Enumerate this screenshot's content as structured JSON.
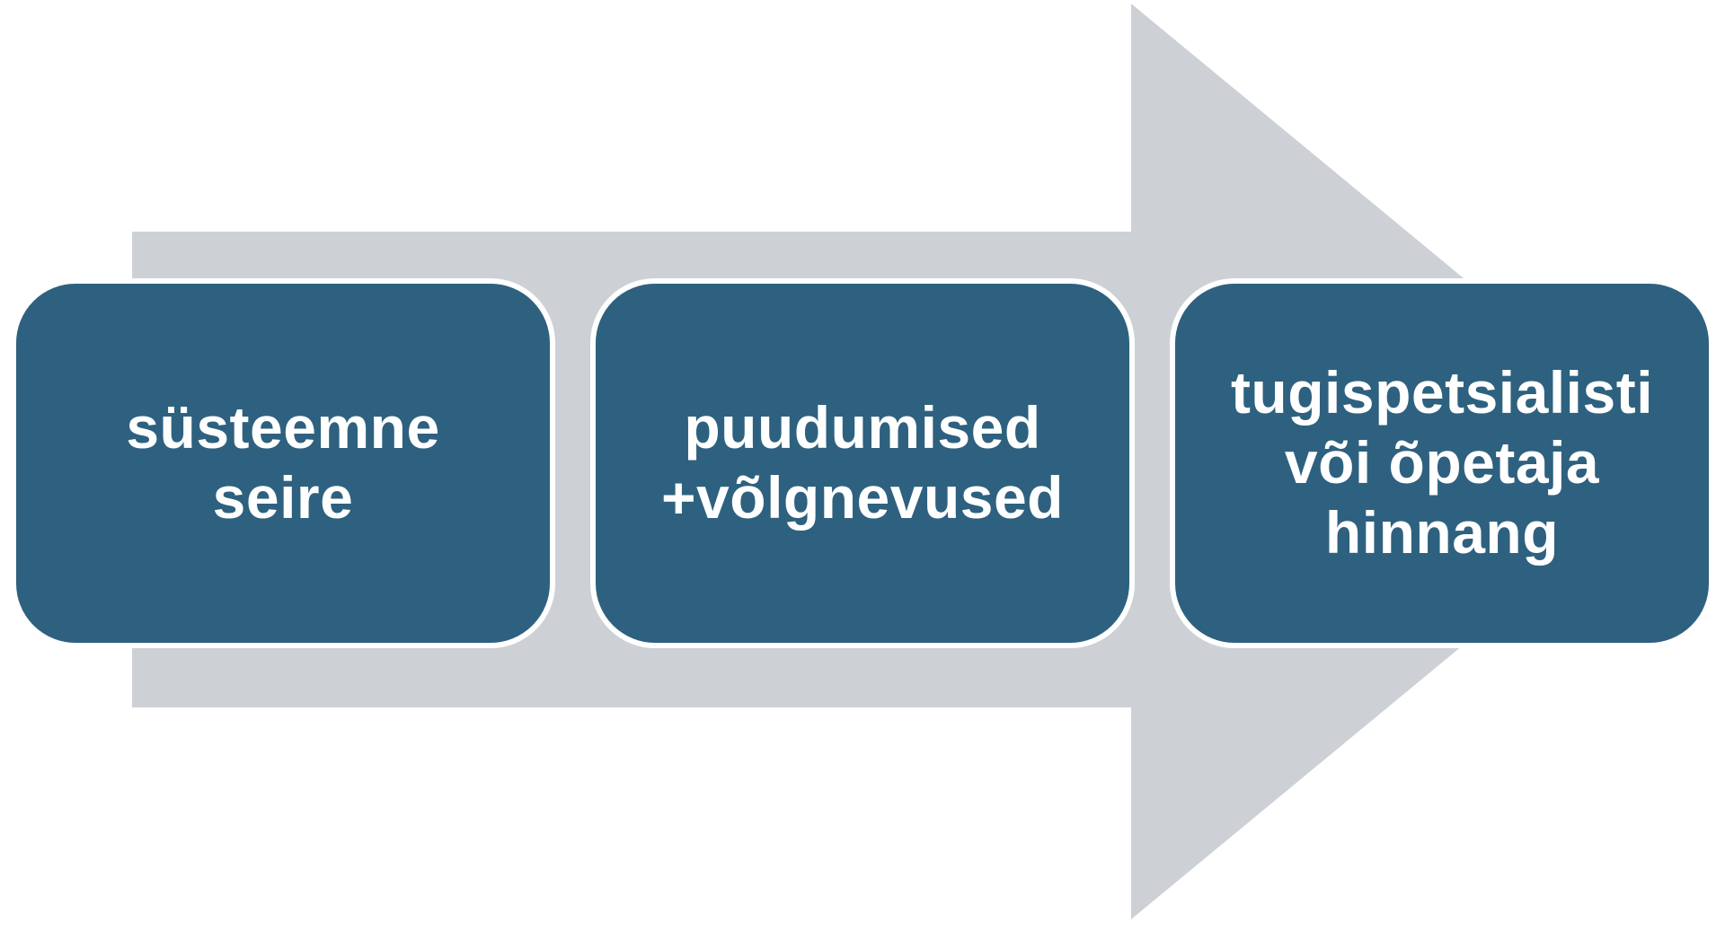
{
  "diagram": {
    "type": "process-arrow",
    "direction": "left-to-right",
    "boxes": [
      {
        "label": "süsteemne\nseire"
      },
      {
        "label": "puudumised\n+võlgnevused"
      },
      {
        "label": "tugispetsialisti\nvõi õpetaja\nhinnang"
      }
    ]
  },
  "colors": {
    "box_fill": "#2e617f",
    "arrow_fill": "#cdd1d6",
    "text": "#ffffff",
    "background": "#ffffff"
  }
}
